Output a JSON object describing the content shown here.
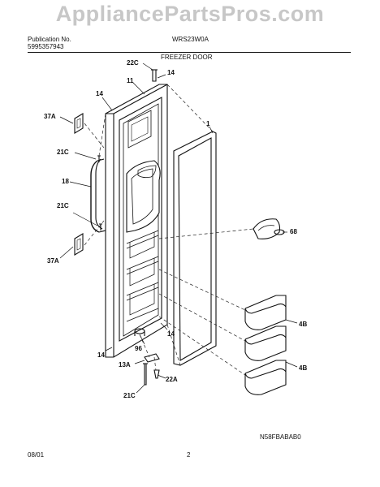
{
  "watermark": "AppliancePartsPros.com",
  "header": {
    "publication_label": "Publication No.",
    "publication_no": "5995357943",
    "model": "WRS23W0A",
    "section_title": "FREEZER DOOR"
  },
  "callouts": {
    "c22C_top": "22C",
    "c14_top": "14",
    "c11": "11",
    "c14_left": "14",
    "c37A_top": "37A",
    "c1": "1",
    "c21C_upper": "21C",
    "c18": "18",
    "c21C_mid": "21C",
    "c68": "68",
    "c37A_bottom": "37A",
    "c4B_upper": "4B",
    "c14_right": "14",
    "c96": "96",
    "c14_bottom": "14",
    "c13A": "13A",
    "c22A": "22A",
    "c4B_lower": "4B",
    "c21C_bottom": "21C"
  },
  "footer": {
    "diagram_code": "N58FBABAB0",
    "date": "08/01",
    "page": "2"
  }
}
